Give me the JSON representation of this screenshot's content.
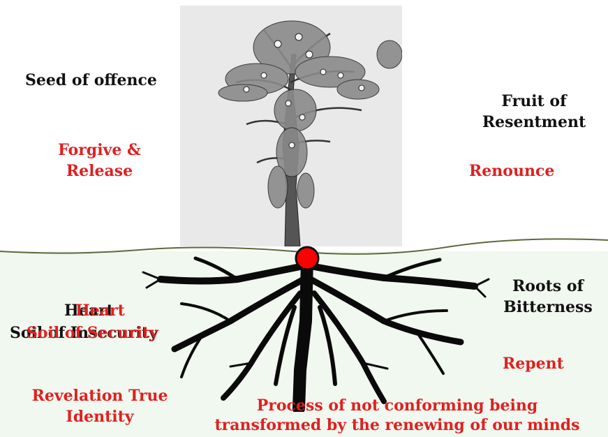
{
  "labels": {
    "seed_of_offence": "Seed of offence",
    "fruit_of_resentment": "Fruit of\nResentment",
    "forgive_release": "Forgive &\nRelease",
    "renounce": "Renounce",
    "roots_of_bitterness": "Roots of\nBitterness",
    "heart_black": "Heart",
    "heart_red": "Heart",
    "soil_black": "Soil of Insecurity",
    "soil_red": "Soil of Security",
    "repent": "Repent",
    "revelation_true_identity": "Revelation True\nIdentity",
    "process_line1": "Process of not conforming being",
    "process_line2": "transformed by the renewing of our minds"
  },
  "colors": {
    "accent_red": "#e02020",
    "text_black": "#111111",
    "ground_line": "#5a6a3a",
    "soil_tint": "#f1f8ef",
    "tree_panel": "#e9e9e9",
    "heart_dot": "#ff0000"
  }
}
